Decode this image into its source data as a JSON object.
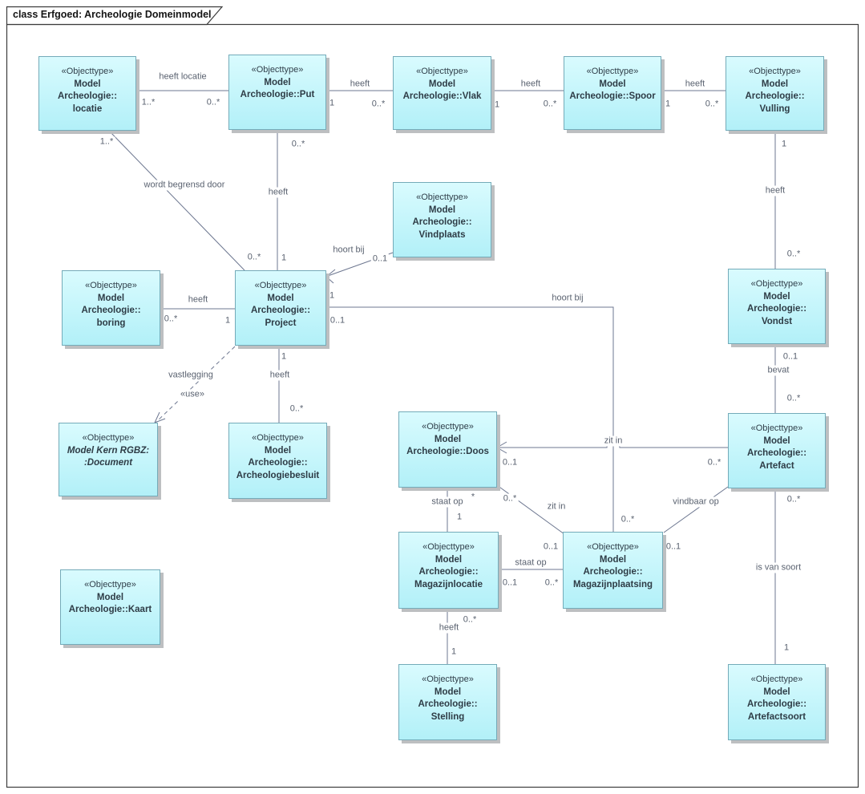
{
  "title": "class Erfgoed: Archeologie Domeinmodel",
  "colors": {
    "node_fill_top": "#d9fbfe",
    "node_fill_bottom": "#b2f0f8",
    "node_border": "#74abb9",
    "node_shadow": "#bdbfc1",
    "line": "#6d7790",
    "label_text": "#5a6270",
    "frame_border": "#3c3c3c"
  },
  "nodes": {
    "locatie": {
      "stereotype": "«Objecttype»",
      "name": "Model\nArcheologie::\nlocatie"
    },
    "put": {
      "stereotype": "«Objecttype»",
      "name": "Model\nArcheologie::Put"
    },
    "vlak": {
      "stereotype": "«Objecttype»",
      "name": "Model\nArcheologie::Vlak"
    },
    "spoor": {
      "stereotype": "«Objecttype»",
      "name": "Model\nArcheologie::Spoor"
    },
    "vulling": {
      "stereotype": "«Objecttype»",
      "name": "Model\nArcheologie::\nVulling"
    },
    "vindplaats": {
      "stereotype": "«Objecttype»",
      "name": "Model\nArcheologie::\nVindplaats"
    },
    "boring": {
      "stereotype": "«Objecttype»",
      "name": "Model\nArcheologie::\nboring"
    },
    "project": {
      "stereotype": "«Objecttype»",
      "name": "Model\nArcheologie::\nProject"
    },
    "vondst": {
      "stereotype": "«Objecttype»",
      "name": "Model\nArcheologie::\nVondst"
    },
    "document": {
      "stereotype": "«Objecttype»",
      "name": "Model Kern RGBZ:\n:Document"
    },
    "archeologiebesluit": {
      "stereotype": "«Objecttype»",
      "name": "Model\nArcheologie::\nArcheologiebesluit"
    },
    "doos": {
      "stereotype": "«Objecttype»",
      "name": "Model\nArcheologie::Doos"
    },
    "artefact": {
      "stereotype": "«Objecttype»",
      "name": "Model\nArcheologie::\nArtefact"
    },
    "kaart": {
      "stereotype": "«Objecttype»",
      "name": "Model\nArcheologie::Kaart"
    },
    "magazijnlocatie": {
      "stereotype": "«Objecttype»",
      "name": "Model\nArcheologie::\nMagazijnlocatie"
    },
    "magazijnplaatsing": {
      "stereotype": "«Objecttype»",
      "name": "Model\nArcheologie::\nMagazijnplaatsing"
    },
    "stelling": {
      "stereotype": "«Objecttype»",
      "name": "Model\nArcheologie::\nStelling"
    },
    "artefactsoort": {
      "stereotype": "«Objecttype»",
      "name": "Model\nArcheologie::\nArtefactsoort"
    }
  },
  "edges": {
    "locatie_put": {
      "label": "heeft locatie",
      "m_locatie": "1..*",
      "m_put": "0..*"
    },
    "put_vlak": {
      "label": "heeft",
      "m_put": "1",
      "m_vlak": "0..*"
    },
    "vlak_spoor": {
      "label": "heeft",
      "m_vlak": "1",
      "m_spoor": "0..*"
    },
    "spoor_vulling": {
      "label": "heeft",
      "m_spoor": "1",
      "m_vulling": "0..*"
    },
    "locatie_project": {
      "label": "wordt begrensd door",
      "m_locatie": "1..*",
      "m_project": "0..*"
    },
    "put_project": {
      "label": "heeft",
      "m_put": "0..*",
      "m_project": "1"
    },
    "vindplaats_project": {
      "label": "hoort bij",
      "m_vindplaats": "0..1",
      "m_project": "1"
    },
    "project_magazijnplaatsing": {
      "label": "hoort bij",
      "m_project": "0..1",
      "m_magazijnplaatsing": "0..*"
    },
    "boring_project": {
      "label": "heeft",
      "m_boring": "0..*",
      "m_project": "1"
    },
    "vulling_vondst": {
      "label": "heeft",
      "m_vulling": "1",
      "m_vondst": "0..*"
    },
    "vondst_artefact": {
      "label": "bevat",
      "m_vondst": "0..1",
      "m_artefact": "0..*"
    },
    "artefact_doos": {
      "label": "zit in",
      "m_artefact": "0..*",
      "m_doos": "0..1"
    },
    "doos_magazijnlocatie": {
      "label": "staat op",
      "m_doos": "*",
      "m_magazijnlocatie": "1"
    },
    "doos_magazijnplaatsing": {
      "label": "zit in",
      "m_doos": "0..*",
      "m_magazijnplaatsing": "0..1"
    },
    "magazijnlocatie_magazijnplaatsing": {
      "label": "staat op",
      "m_magazijnlocatie": "0..1",
      "m_magazijnplaatsing": "0..*"
    },
    "artefact_magazijnplaatsing": {
      "label": "vindbaar op",
      "m_magazijnplaatsing": "0..1"
    },
    "artefact_artefactsoort": {
      "label": "is van soort",
      "m_artefact": "0..*",
      "m_artefactsoort": "1"
    },
    "magazijnlocatie_stelling": {
      "label": "heeft",
      "m_magazijnlocatie": "0..*",
      "m_stelling": "1"
    },
    "project_archeologiebesluit": {
      "label": "heeft",
      "m_project": "1",
      "m_archeologiebesluit": "0..*"
    },
    "project_document": {
      "label": "vastlegging",
      "stereotype_label": "«use»"
    }
  }
}
